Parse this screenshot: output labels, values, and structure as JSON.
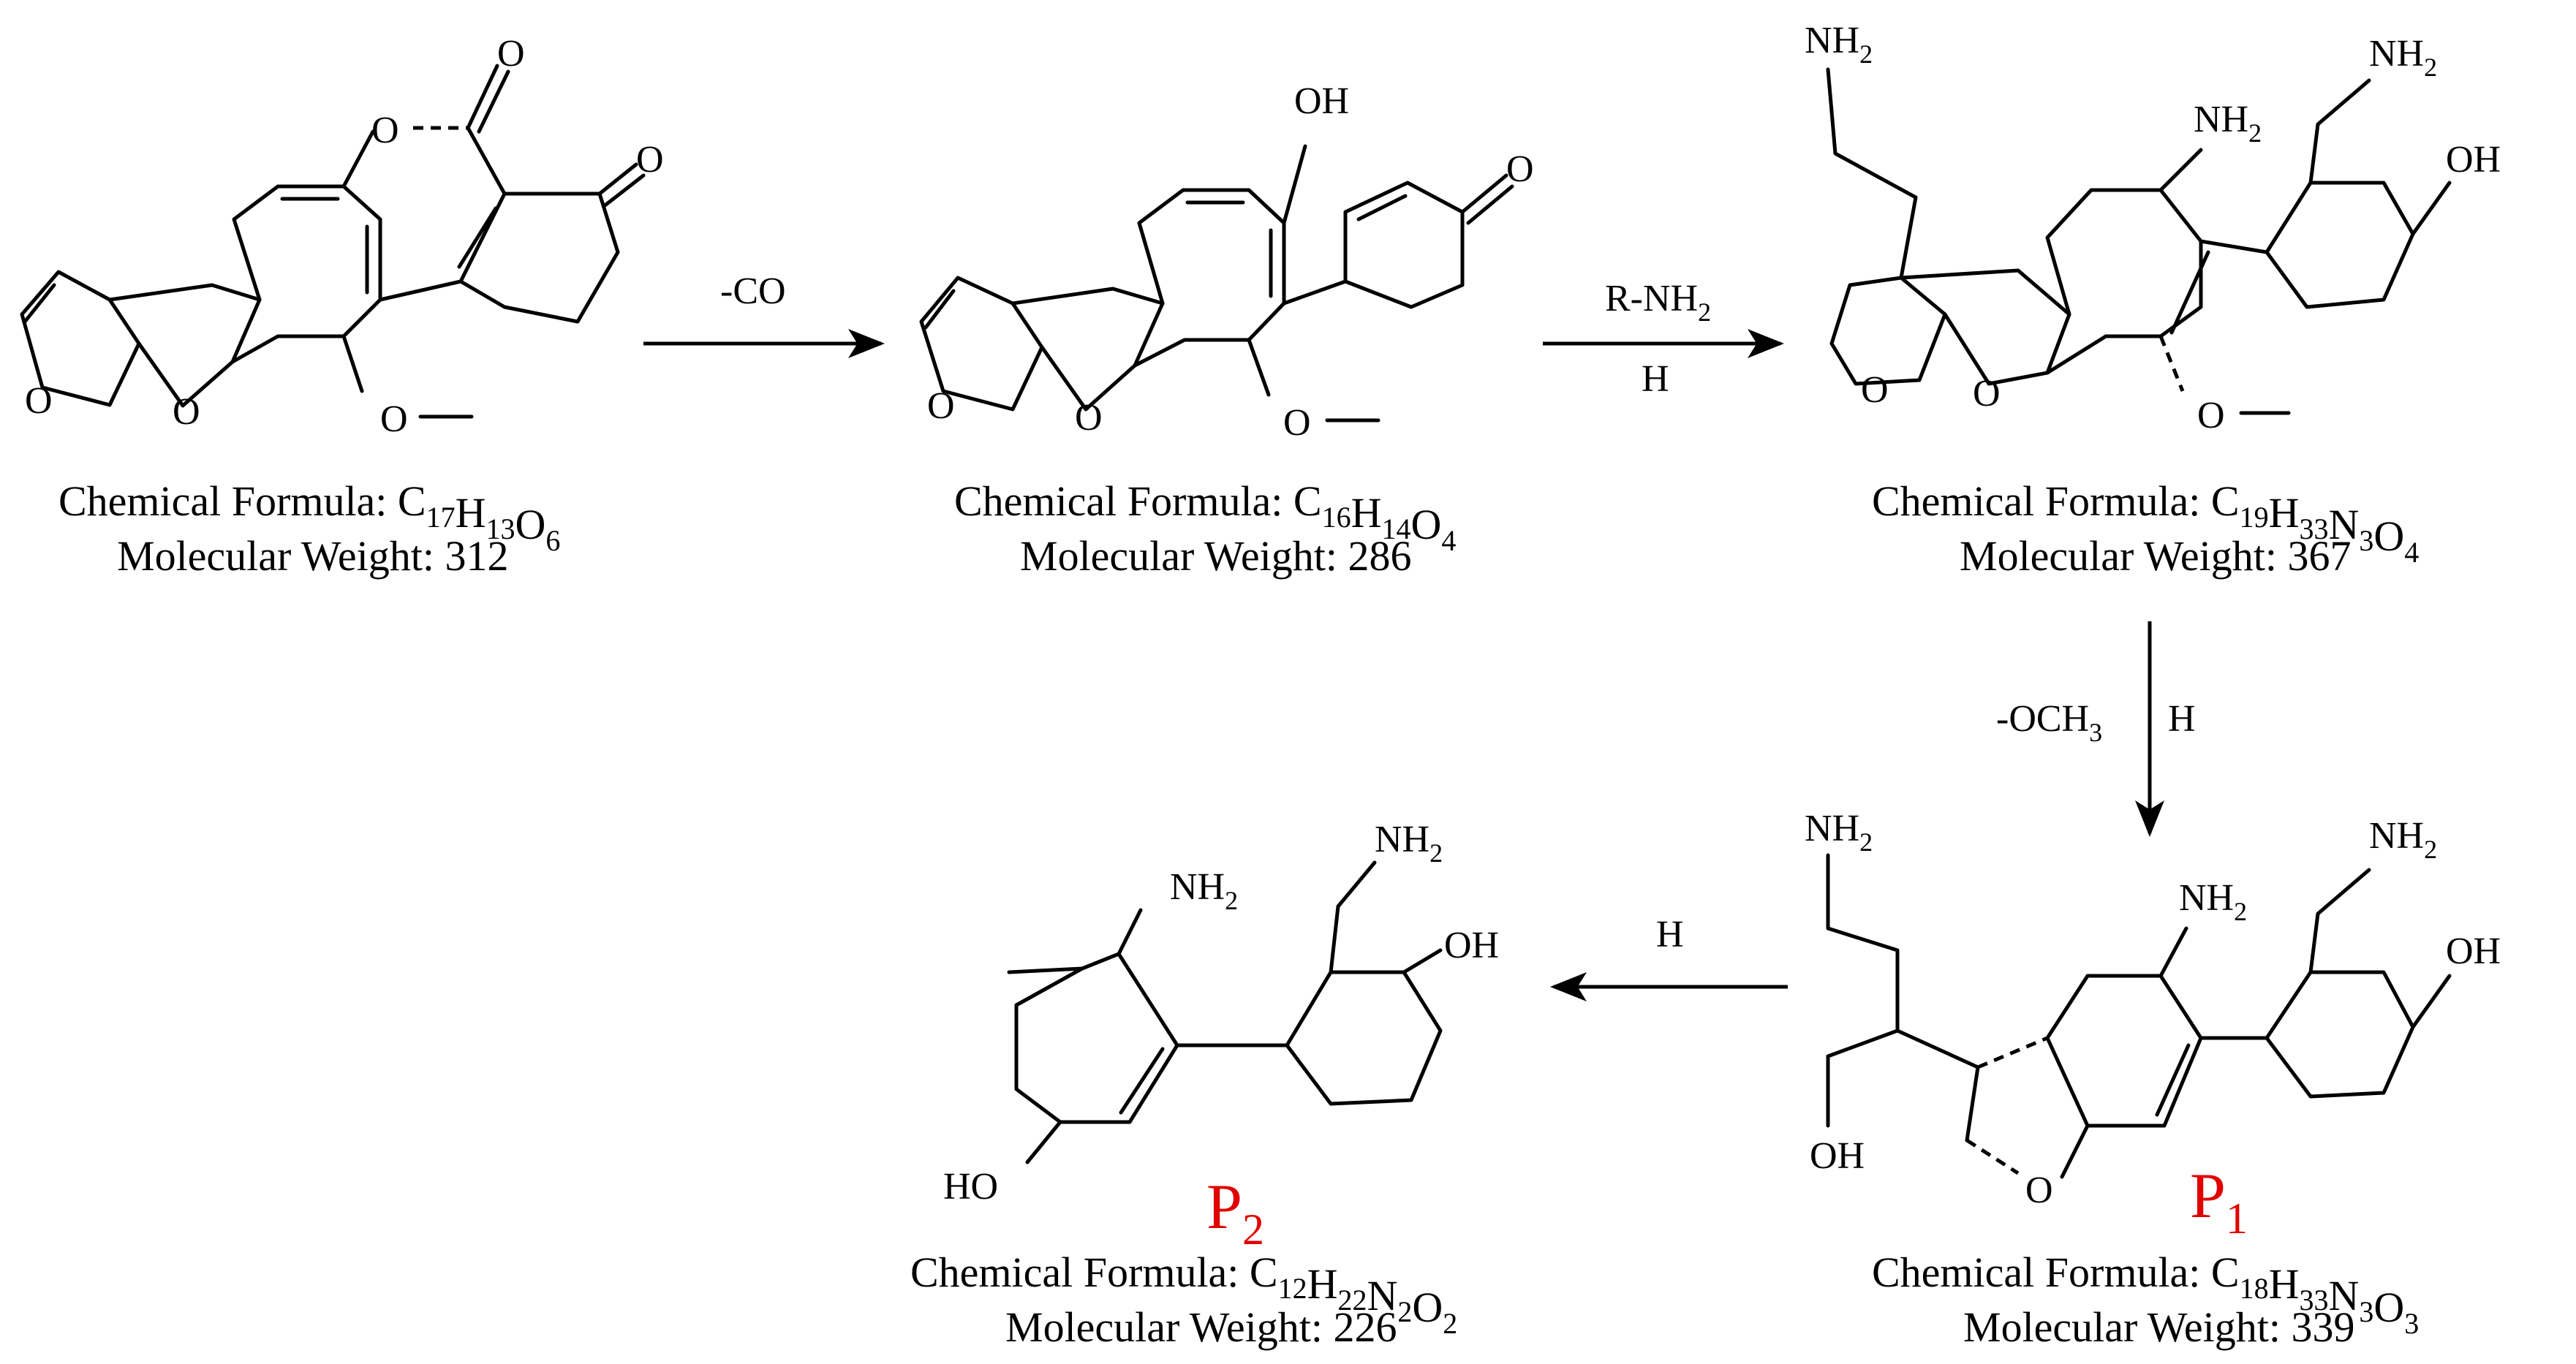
{
  "colors": {
    "product_label": "#e00000",
    "ink": "#000000"
  },
  "compounds": [
    {
      "id": "c1",
      "formula_label": "Chemical Formula: ",
      "formula": [
        [
          "C",
          "17"
        ],
        [
          "H",
          "13"
        ],
        [
          "O",
          "6"
        ]
      ],
      "mw": "Molecular Weight: 312",
      "atoms": {
        "o_carbonyl_top": "O",
        "o_lactone": "O",
        "o_ketone": "O",
        "o_furan1": "O",
        "o_furan2": "O",
        "o_methoxy": "O"
      }
    },
    {
      "id": "c2",
      "formula_label": "Chemical Formula: ",
      "formula": [
        [
          "C",
          "16"
        ],
        [
          "H",
          "14"
        ],
        [
          "O",
          "4"
        ]
      ],
      "mw": "Molecular Weight: 286",
      "atoms": {
        "oh": "OH",
        "o_ketone": "O",
        "o_furan1": "O",
        "o_furan2": "O",
        "o_methoxy": "O"
      }
    },
    {
      "id": "c3",
      "formula_label": "Chemical Formula: ",
      "formula": [
        [
          "C",
          "19"
        ],
        [
          "H",
          "33"
        ],
        [
          "N",
          "3"
        ],
        [
          "O",
          "4"
        ]
      ],
      "mw": "Molecular Weight: 367",
      "atoms": {
        "nh2_a": "NH",
        "nh2_b": "NH",
        "nh2_c": "NH",
        "sub2": "2",
        "oh": "OH",
        "o_furan1": "O",
        "o_furan2": "O",
        "o_methoxy": "O"
      }
    },
    {
      "id": "c4",
      "label": "P",
      "label_sub": "1",
      "formula_label": "Chemical Formula: ",
      "formula": [
        [
          "C",
          "18"
        ],
        [
          "H",
          "33"
        ],
        [
          "N",
          "3"
        ],
        [
          "O",
          "3"
        ]
      ],
      "mw": "Molecular Weight: 339",
      "atoms": {
        "nh2_a": "NH",
        "nh2_b": "NH",
        "nh2_c": "NH",
        "sub2": "2",
        "oh_right": "OH",
        "oh_left": "OH",
        "o_ring": "O"
      }
    },
    {
      "id": "c5",
      "label": "P",
      "label_sub": "2",
      "formula_label": "Chemical Formula: ",
      "formula": [
        [
          "C",
          "12"
        ],
        [
          "H",
          "22"
        ],
        [
          "N",
          "2"
        ],
        [
          "O",
          "2"
        ]
      ],
      "mw": "Molecular Weight: 226",
      "atoms": {
        "nh2_a": "NH",
        "nh2_b": "NH",
        "sub2": "2",
        "oh": "OH",
        "ho": "HO"
      }
    }
  ],
  "arrows": [
    {
      "id": "a1",
      "above": "-CO"
    },
    {
      "id": "a2",
      "above_main": "R-NH",
      "above_sub": "2",
      "below": "H"
    },
    {
      "id": "a3",
      "left_main": "-OCH",
      "left_sub": "3",
      "right": "H"
    },
    {
      "id": "a4",
      "above": "H"
    }
  ]
}
